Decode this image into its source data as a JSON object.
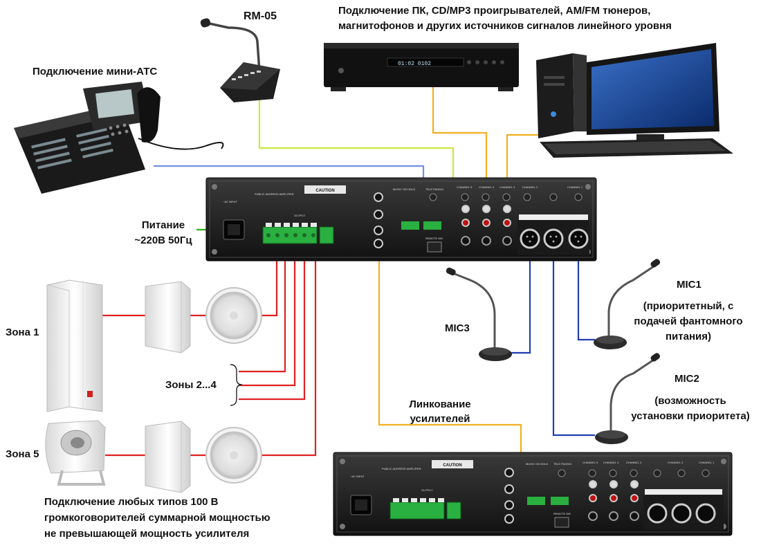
{
  "labels": {
    "rm05": "RM-05",
    "sources_line1": "Подключение ПК, CD/MP3 проигрывателей, AM/FM тюнеров,",
    "sources_line2": "магнитофонов и других источников сигналов линейного уровня",
    "pbx": "Подключение мини-АТС",
    "power_line1": "Питание",
    "power_line2": "~220В 50Гц",
    "zone1": "Зона 1",
    "zones24": "Зоны 2...4",
    "zone5": "Зона 5",
    "mic3": "MIC3",
    "mic1": "MIC1",
    "mic1_line1": "(приоритетный, с",
    "mic1_line2": "подачей фантомного",
    "mic1_line3": "питания)",
    "mic2": "MIC2",
    "mic2_line1": "(возможность",
    "mic2_line2": "установки приоритета)",
    "link_line1": "Линкование",
    "link_line2": "усилителей",
    "speakers_line1": "Подключение любых типов 100 В",
    "speakers_line2": "громкоговорителей суммарной мощностью",
    "speakers_line3": "не превышающей мощность усилителя"
  },
  "panel_text": {
    "title": "PUBLIC ADDRESS AMPLIFIER",
    "caution": "CAUTION",
    "output": "OUTPUT",
    "ac_input": "~AC INPUT",
    "channel1": "CHANNEL 1",
    "channel2": "CHANNEL 2",
    "channel3": "CHANNEL 3",
    "channel4": "CHANNEL 4",
    "channel5": "CHANNEL 5",
    "tele_paging": "TELE PAGING",
    "music_on_hold": "MUSIC ON HOLD",
    "remote_mic": "REMOTE MIC"
  },
  "player_display": "01:02 0102",
  "colors": {
    "zone_wire": "#e02020",
    "link_wire": "#f0b020",
    "mic_wire": "#1f3fb0",
    "rm_wire": "#c8e840",
    "phone_wire": "#7090e0",
    "power_wire": "#30b020"
  }
}
